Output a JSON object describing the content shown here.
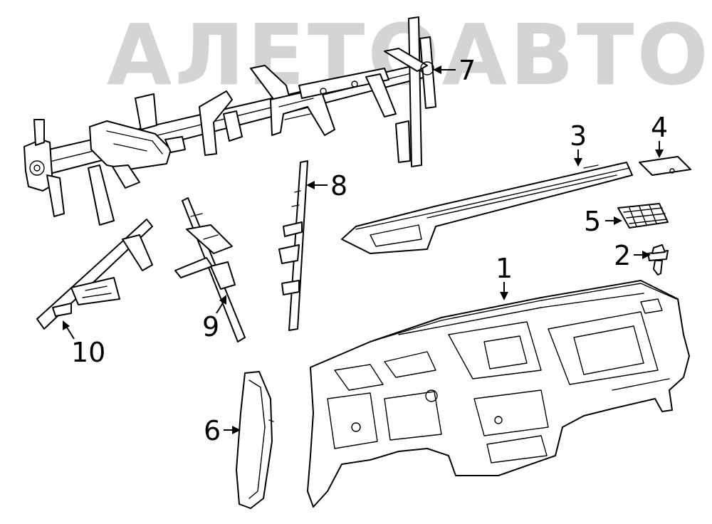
{
  "watermark": {
    "text": "АЛЕТОАВТО"
  },
  "callouts": [
    {
      "id": "1",
      "label": "1"
    },
    {
      "id": "2",
      "label": "2"
    },
    {
      "id": "3",
      "label": "3"
    },
    {
      "id": "4",
      "label": "4"
    },
    {
      "id": "5",
      "label": "5"
    },
    {
      "id": "6",
      "label": "6"
    },
    {
      "id": "7",
      "label": "7"
    },
    {
      "id": "8",
      "label": "8"
    },
    {
      "id": "9",
      "label": "9"
    },
    {
      "id": "10",
      "label": "10"
    }
  ]
}
